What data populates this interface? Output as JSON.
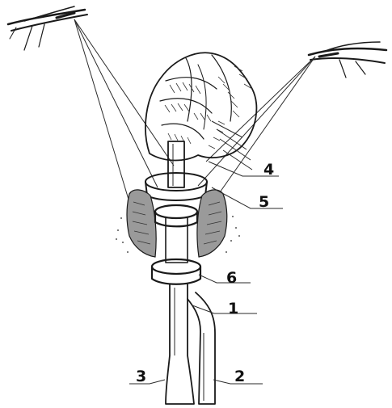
{
  "labels": {
    "l1": "1",
    "l2": "2",
    "l3": "3",
    "l4": "4",
    "l5": "5",
    "l6": "6"
  },
  "colors": {
    "ink": "#1a1a1a",
    "tissue_shade": "#9a9a9a",
    "background": "#ffffff"
  }
}
